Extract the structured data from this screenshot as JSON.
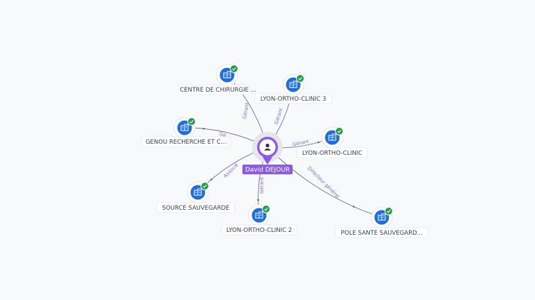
{
  "center": {
    "name": "David DEJOUR",
    "icon": "person-icon",
    "color": "#8a5be6"
  },
  "colors": {
    "company_blue": "#1f6fd6",
    "check_green": "#1e9e4a",
    "edge_label": "#7b6cd9"
  },
  "companies": [
    {
      "name": "CENTRE DE CHIRURGIE ...",
      "relation": "Gérant",
      "icon": "building-icon",
      "verified": true
    },
    {
      "name": "LYON-ORTHO-CLINIC 3",
      "relation": "Gérant",
      "icon": "building-icon",
      "verified": true
    },
    {
      "name": "LYON-ORTHO-CLINIC",
      "relation": "Gérant",
      "icon": "building-icon",
      "verified": true
    },
    {
      "name": "POLE SANTE SAUVEGARD...",
      "relation": "Directeur général",
      "icon": "building-icon",
      "verified": true
    },
    {
      "name": "LYON-ORTHO-CLINIC 2",
      "relation": "Gérant",
      "icon": "building-icon",
      "verified": true
    },
    {
      "name": "SOURCE SAUVEGARDE",
      "relation": "Associé",
      "icon": "building-icon",
      "verified": true
    },
    {
      "name": "GENOU RECHERCHE ET C...",
      "relation": "Gé",
      "icon": "building-icon",
      "verified": true
    }
  ]
}
